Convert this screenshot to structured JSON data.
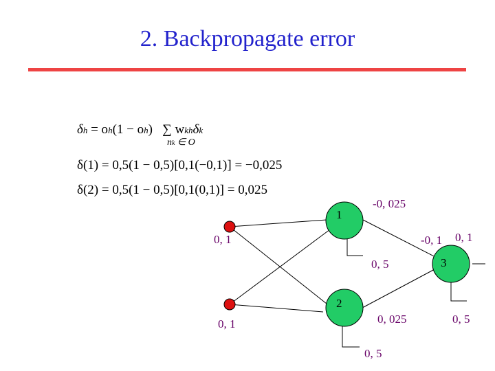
{
  "title": "2. Backpropagate error",
  "formulas": {
    "delta_h_lhs": "δ",
    "delta_h_sub": "h",
    "delta_h_rhs": "= o",
    "delta_h_rhs_sub": "h",
    "delta_h_paren": "(1 − o",
    "delta_h_paren_sub": "h",
    "delta_h_close": ")",
    "delta_h_sum": "∑ w",
    "delta_h_sum_sub": "kh",
    "delta_h_delta": "δ",
    "delta_h_delta_sub": "k",
    "delta_h_under": "n",
    "delta_h_under_sub": "k",
    "delta_h_under_tail": "∈ O",
    "delta1": "δ(1) = 0,5(1 − 0,5)[0,1(−0,1)] = −0,025",
    "delta2": "δ(2) = 0,5(1 − 0,5)[0,1(0,1)] = 0,025"
  },
  "network": {
    "node1_label": "1",
    "node2_label": "2",
    "node3_label": "3",
    "delta1_value": "-0, 025",
    "delta2_value": "0, 025",
    "w13_label": "-0, 1",
    "w23_label": "0, 1",
    "out1_label": "0, 5",
    "out2_label": "0, 5",
    "out3_label": "0, 5",
    "in1_label": "0, 1",
    "in2_label": "0, 1",
    "node_fill": "#22cc66",
    "input_fill": "#dd1111",
    "label_color": "#660066"
  }
}
